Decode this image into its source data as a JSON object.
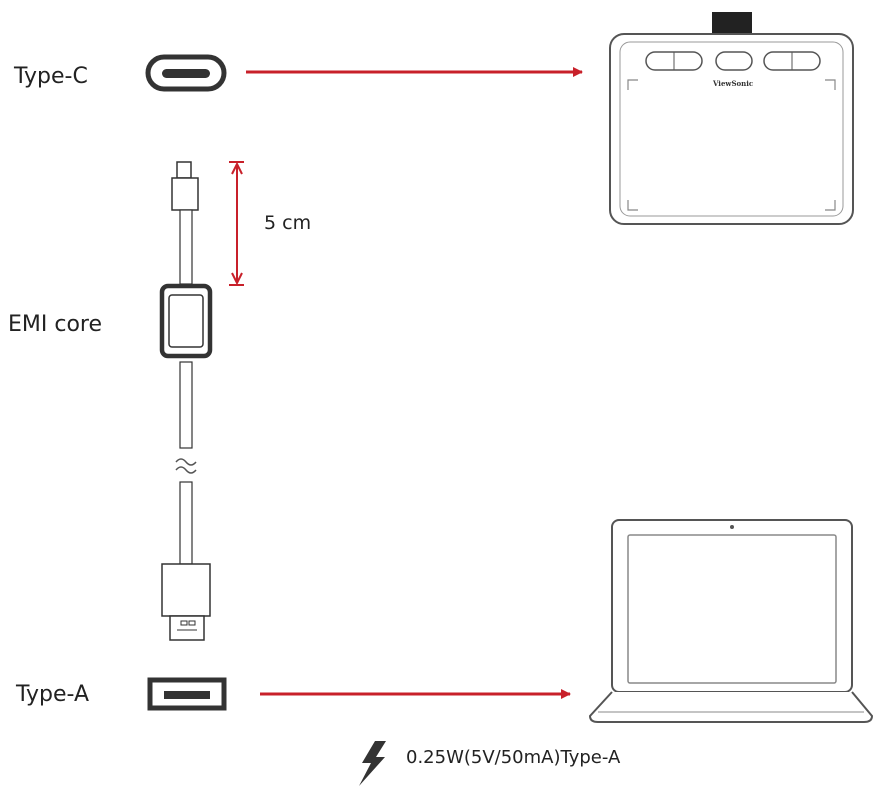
{
  "labels": {
    "type_c": "Type-C",
    "emi_core": "EMI core",
    "type_a": "Type-A",
    "cable_dimension": "5 cm",
    "power_spec": "0.25W(5V/50mA)Type-A"
  },
  "device": {
    "tablet_brand": "ViewSonic"
  },
  "colors": {
    "arrow": "#c8202a",
    "line": "#333333",
    "text": "#222222"
  },
  "icons": {
    "power": "lightning-bolt-icon"
  }
}
